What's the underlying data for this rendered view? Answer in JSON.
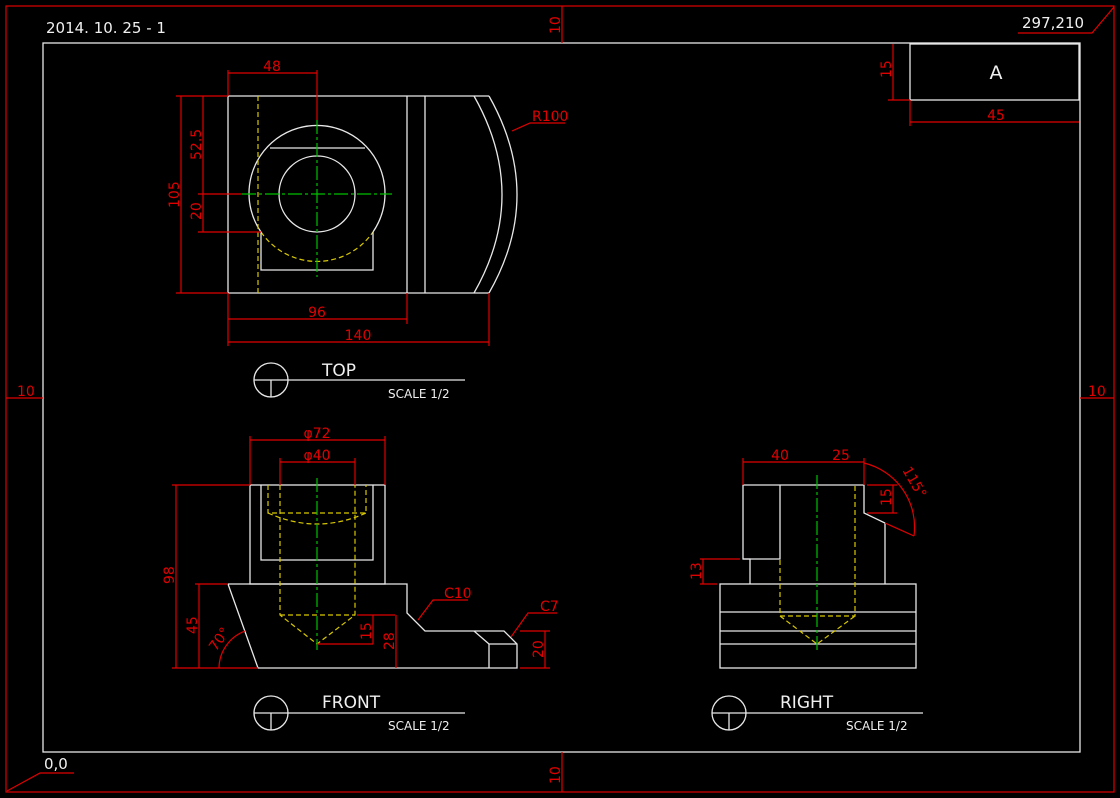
{
  "sheet": {
    "date_label": "2014. 10. 25 - 1",
    "size_label": "297,210",
    "origin_label": "0,0",
    "margin_top": "10",
    "margin_bottom": "10",
    "margin_left": "10",
    "margin_right": "10"
  },
  "title_block": {
    "letter": "A",
    "height_dim": "15",
    "width_dim": "45"
  },
  "top_view": {
    "title": "TOP",
    "scale": "SCALE 1/2",
    "dims": {
      "d48": "48",
      "d52_5": "52.5",
      "d20": "20",
      "d105": "105",
      "d96": "96",
      "d140": "140",
      "r100": "R100"
    }
  },
  "front_view": {
    "title": "FRONT",
    "scale": "SCALE 1/2",
    "dims": {
      "phi72": "φ72",
      "phi40": "φ40",
      "d98": "98",
      "d45": "45",
      "a70": "70°",
      "d15": "15",
      "d28": "28",
      "c10": "C10",
      "c7": "C7",
      "d20": "20"
    }
  },
  "right_view": {
    "title": "RIGHT",
    "scale": "SCALE 1/2",
    "dims": {
      "d40": "40",
      "d25": "25",
      "a115": "115°",
      "d15": "15",
      "d13": "13"
    }
  },
  "colors": {
    "object": "#e8e8e8",
    "dimension": "#e00000",
    "hidden": "#d8c800",
    "center": "#00c000"
  }
}
